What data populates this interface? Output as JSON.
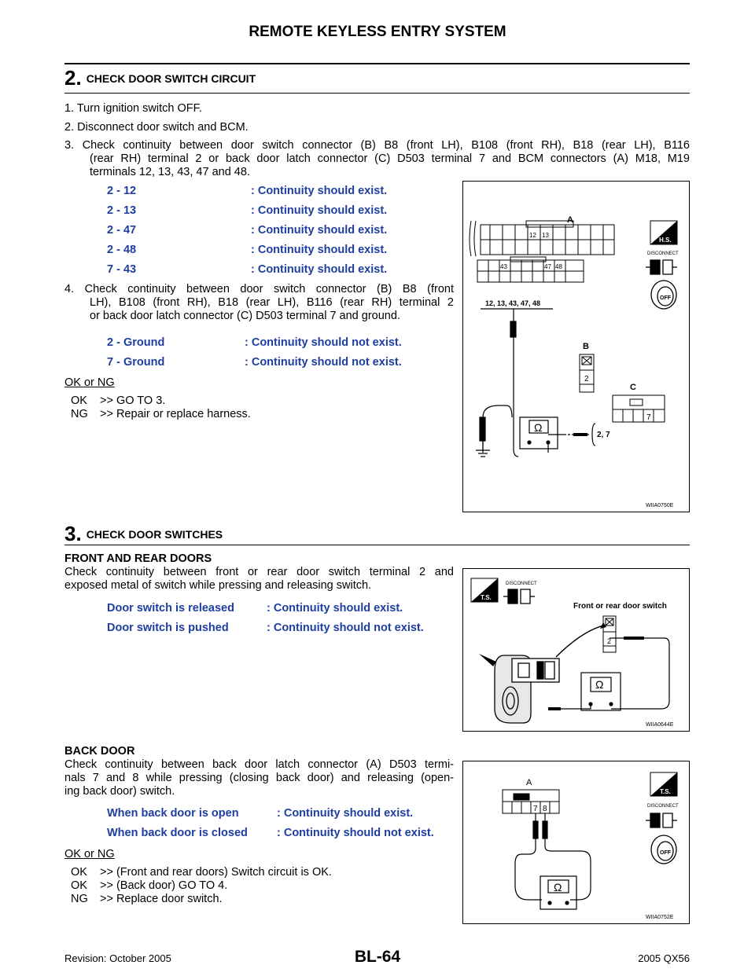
{
  "header": {
    "title": "REMOTE KEYLESS ENTRY SYSTEM"
  },
  "step2": {
    "number": "2.",
    "title": "CHECK DOOR SWITCH CIRCUIT",
    "items": [
      "1. Turn ignition switch OFF.",
      "2. Disconnect door switch and BCM.",
      "3. Check continuity between door switch connector (B) B8 (front LH), B108 (front RH), B18 (rear LH), B116",
      "(rear RH) terminal 2 or back door latch connector (C) D503 terminal 7 and BCM connectors (A) M18, M19",
      "terminals 12, 13, 43, 47 and 48."
    ],
    "specs1": [
      {
        "term": "2 - 12",
        "result": ": Continuity should exist."
      },
      {
        "term": "2 - 13",
        "result": ": Continuity should exist."
      },
      {
        "term": "2 - 47",
        "result": ": Continuity should exist."
      },
      {
        "term": "2 - 48",
        "result": ": Continuity should exist."
      },
      {
        "term": "7 - 43",
        "result": ": Continuity should exist."
      }
    ],
    "item4": [
      "4. Check continuity between door switch connector (B) B8 (front",
      "LH),   B108 (front RH), B18 (rear LH), B116 (rear RH) terminal 2",
      "or back door latch connector (C) D503 terminal 7 and ground."
    ],
    "specs2": [
      {
        "term": "2 - Ground",
        "result": ": Continuity should not exist."
      },
      {
        "term": "7 - Ground",
        "result": ": Continuity should not exist."
      }
    ],
    "okng": "OK or NG",
    "results": [
      {
        "code": "OK",
        "text": ">> GO TO 3."
      },
      {
        "code": "NG",
        "text": ">> Repair or replace harness."
      }
    ],
    "figure": {
      "conn_a": "A",
      "pins_a_top": [
        "12",
        "13"
      ],
      "pins_a_bot": [
        "43",
        "47",
        "48"
      ],
      "wire_label": "12, 13, 43, 47, 48",
      "conn_b": "B",
      "pin_b": "2",
      "conn_c": "C",
      "pin_c": "7",
      "probe_label": "2, 7",
      "ohm": "Ω",
      "badge": "H.S.",
      "disconnect": "DISCONNECT",
      "off": "OFF",
      "code": "WIIA0750E"
    }
  },
  "step3": {
    "number": "3.",
    "title": "CHECK DOOR SWITCHES",
    "sub1": "FRONT AND REAR DOORS",
    "sub1_text": [
      "Check continuity between front or rear door switch terminal 2 and",
      "exposed metal of switch while pressing and releasing switch."
    ],
    "specs1": [
      {
        "term": "Door switch is released",
        "result": ": Continuity should exist."
      },
      {
        "term": "Door switch is pushed",
        "result": ": Continuity should not exist."
      }
    ],
    "figure1": {
      "badge": "T.S.",
      "disconnect": "DISCONNECT",
      "caption": "Front or rear door switch",
      "pin": "2",
      "ohm": "Ω",
      "code": "WIIA0644E"
    },
    "sub2": "BACK DOOR",
    "sub2_text": [
      "Check continuity between back door latch connector (A) D503 termi-",
      "nals 7 and 8 while pressing (closing back door) and releasing (open-",
      "ing back door) switch."
    ],
    "specs2": [
      {
        "term": "When back door is open",
        "result": ": Continuity should exist."
      },
      {
        "term": "When back door is closed",
        "result": ": Continuity should not exist."
      }
    ],
    "figure2": {
      "conn": "A",
      "pins": [
        "7",
        "8"
      ],
      "ohm": "Ω",
      "badge": "T.S.",
      "disconnect": "DISCONNECT",
      "off": "OFF",
      "code": "WIIA0752E"
    },
    "okng": "OK or NG",
    "results": [
      {
        "code": "OK",
        "text": ">> (Front and rear doors) Switch circuit is OK."
      },
      {
        "code": "OK",
        "text": ">> (Back door) GO TO 4."
      },
      {
        "code": "NG",
        "text": ">> Replace door switch."
      }
    ]
  },
  "footer": {
    "revision": "Revision: October 2005",
    "page": "BL-64",
    "model": "2005 QX56"
  }
}
